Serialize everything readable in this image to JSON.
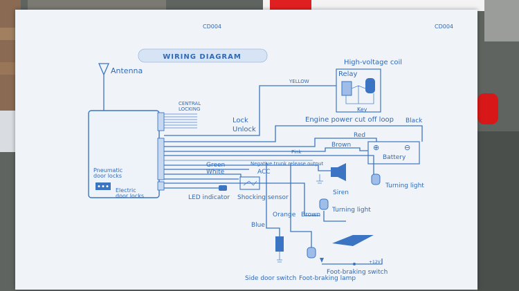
{
  "header": {
    "code_left": "CD004",
    "code_right": "CD004",
    "title": "WIRING DIAGRAM"
  },
  "labels": {
    "antenna": "Antenna",
    "high_voltage_coil": "High-voltage coil",
    "relay": "Relay",
    "key": "Key",
    "yellow": "YELLOW",
    "central_locking_line1": "CENTRAL",
    "central_locking_line2": "LOCKING",
    "lock": "Lock",
    "unlock": "Unlock",
    "engine_power_cut_off_loop": "Engine power cut off loop",
    "black": "Black",
    "red": "Red",
    "brown_top": "Brown",
    "battery": "Battery",
    "pink": "Pink",
    "negative_trunk_release_output": "Negative trunk release output",
    "green": "Green",
    "white": "White",
    "acc": "ACC",
    "pneumatic_door_locks_line1": "Pneumatic",
    "pneumatic_door_locks_line2": "door locks",
    "electric_door_locks_line1": "Electric",
    "electric_door_locks_line2": "door locks",
    "turning_light_right": "Turning light",
    "siren": "Siren",
    "led_indicator": "LED indicator",
    "shocking_sensor": "Shocking sensor",
    "turning_light_center": "Turning light",
    "orange": "Orange",
    "brown_bottom": "Brown",
    "blue": "Blue",
    "plus_12v": "+12V",
    "foot_braking_switch": "Foot-braking switch",
    "side_door_switch": "Side door switch",
    "foot_braking_lamp": "Foot-braking lamp"
  }
}
